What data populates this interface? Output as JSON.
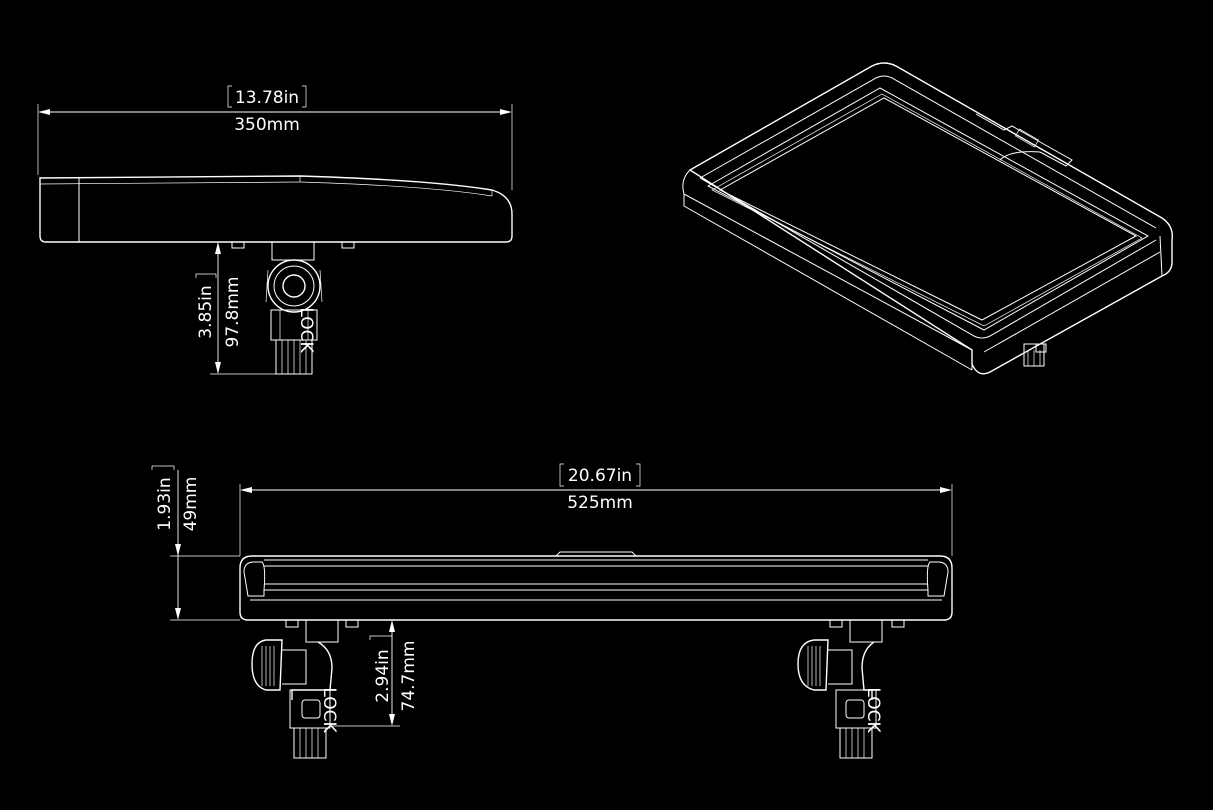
{
  "dimensions": {
    "top_width_in": "13.78in",
    "top_width_mm": "350mm",
    "side_height_in": "3.85in",
    "side_height_mm": "97.8mm",
    "front_width_in": "20.67in",
    "front_width_mm": "525mm",
    "front_depth_in": "1.93in",
    "front_depth_mm": "49mm",
    "mount_height_in": "2.94in",
    "mount_height_mm": "74.7mm"
  },
  "mount_label": "LOCK",
  "colors": {
    "background": "#000000",
    "lines": "#ffffff"
  }
}
